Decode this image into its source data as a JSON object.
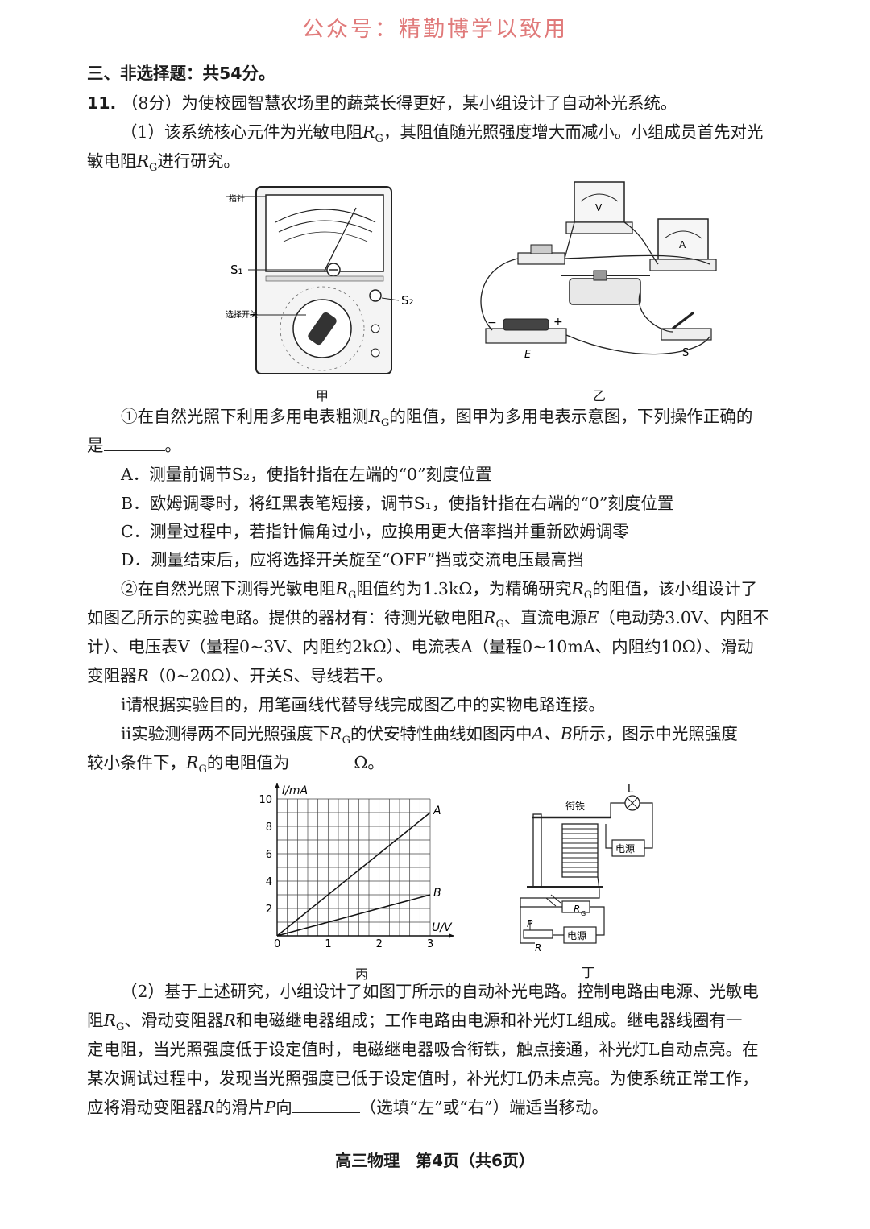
{
  "watermark": "公众号：精勤博学以致用",
  "section_title": "三、非选择题：共54分。",
  "q11": {
    "num": "11.",
    "intro": "（8分）为使校园智慧农场里的蔬菜长得更好，某小组设计了自动补光系统。",
    "p1a": "（1）该系统核心元件为光敏电阻",
    "p1b": "，其阻值随光照强度增大而减小。小组成员首先对光",
    "p1c_pre": "敏电阻",
    "p1c_post": "进行研究。",
    "fig_jia": "甲",
    "fig_yi": "乙",
    "fig_bing": "丙",
    "fig_ding": "丁",
    "q1_l1a": "①在自然光照下利用多用电表粗测",
    "q1_l1b": "的阻值，图甲为多用电表示意图，下列操作正确的",
    "q1_l2a": "是",
    "q1_l2b": "。",
    "opt_A": "A．测量前调节S₂，使指针指在左端的“0”刻度位置",
    "opt_B": "B．欧姆调零时，将红黑表笔短接，调节S₁，使指针指在右端的“0”刻度位置",
    "opt_C": "C．测量过程中，若指针偏角过小，应换用更大倍率挡并重新欧姆调零",
    "opt_D": "D．测量结束后，应将选择开关旋至“OFF”挡或交流电压最高挡",
    "q2_l1a": "②在自然光照下测得光敏电阻",
    "q2_l1b": "阻值约为1.3kΩ，为精确研究",
    "q2_l1c": "的阻值，该小组设计了",
    "q2_l2a": "如图乙所示的实验电路。提供的器材有：待测光敏电阻",
    "q2_l2b": "、直流电源",
    "q2_l2c": "（电动势3.0V、内阻不",
    "q2_l3": "计）、电压表V（量程0~3V、内阻约2kΩ）、电流表A（量程0~10mA、内阻约10Ω）、滑动",
    "q2_l4a": "变阻器",
    "q2_l4b": "（0~20Ω）、开关S、导线若干。",
    "q2_i": "ⅰ请根据实验目的，用笔画线代替导线完成图乙中的实物电路连接。",
    "q2_ii_a": "ⅱ实验测得两不同光照强度下",
    "q2_ii_b": "的伏安特性曲线如图丙中",
    "q2_ii_c": "所示，图示中光照强度",
    "q2_ii2_a": "较小条件下，",
    "q2_ii2_b": "的电阻值为",
    "q2_ii2_c": "Ω。",
    "p2_l1": "（2）基于上述研究，小组设计了如图丁所示的自动补光电路。控制电路由电源、光敏电",
    "p2_l2a": "阻",
    "p2_l2b": "、滑动变阻器",
    "p2_l2c": "和电磁继电器组成；工作电路由电源和补光灯L组成。继电器线圈有一",
    "p2_l3": "定电阻，当光照强度低于设定值时，电磁继电器吸合衔铁，触点接通，补光灯L自动点亮。在",
    "p2_l4": "某次调试过程中，发现当光照强度已低于设定值时，补光灯L仍未点亮。为使系统正常工作，",
    "p2_l5a": "应将滑动变阻器",
    "p2_l5b": "的滑片",
    "p2_l5c": "向",
    "p2_l5d": "（选填“左”或“右”）端适当移动。",
    "RG": "R",
    "G": "G",
    "E": "E",
    "R": "R",
    "P": "P",
    "AB": "A、B"
  },
  "meter": {
    "S1": "S₁",
    "S2": "S₂",
    "knob_label": "选择开关",
    "pointer_label": "指针"
  },
  "circuit_yi": {
    "V": "V",
    "A": "A",
    "E": "E",
    "S": "S",
    "minus": "−",
    "plus": "+"
  },
  "relay": {
    "armature": "衔铁",
    "L": "L",
    "power1": "电源",
    "power2": "电源",
    "RG": "R",
    "G": "G",
    "P": "P",
    "R": "R"
  },
  "chart_data": {
    "type": "line",
    "ylabel": "I/mA",
    "xlabel": "U/V",
    "xlim": [
      0,
      3
    ],
    "ylim": [
      0,
      10
    ],
    "x_ticks": [
      "0",
      "1",
      "2",
      "3"
    ],
    "y_ticks": [
      "2",
      "4",
      "6",
      "8",
      "10"
    ],
    "grid": true,
    "series": [
      {
        "name": "A",
        "x": [
          0,
          3
        ],
        "y": [
          0,
          9.0
        ]
      },
      {
        "name": "B",
        "x": [
          0,
          3
        ],
        "y": [
          0,
          3.0
        ]
      }
    ]
  },
  "footer": "高三物理　第4页（共6页）"
}
